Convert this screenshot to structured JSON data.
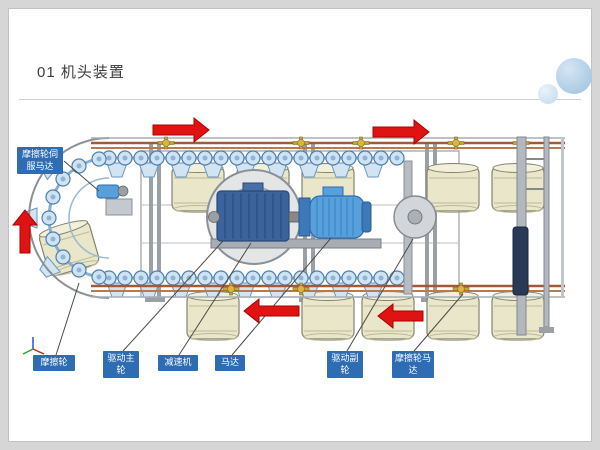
{
  "header": {
    "title": "01 机头装置"
  },
  "callouts": {
    "friction_wheel_servo_motor": "摩擦轮伺服马达",
    "friction_wheel": "摩擦轮",
    "drive_main_wheel": "驱动主轮",
    "reducer": "减速机",
    "motor": "马达",
    "drive_aux_wheel": "驱动副轮",
    "friction_wheel_motor": "摩擦轮马达"
  },
  "colors": {
    "callout_bg": "#2e6cb4",
    "flow_arrow_red": "#e01313",
    "chain_blue": "#cfe3f2",
    "roller_cream": "#e9e6c9",
    "gearbox_navy": "#3c639b",
    "motor_blue": "#58a0dc",
    "rail_copper": "#a05a38",
    "deco_circle_blue": "#9cc0dd"
  }
}
